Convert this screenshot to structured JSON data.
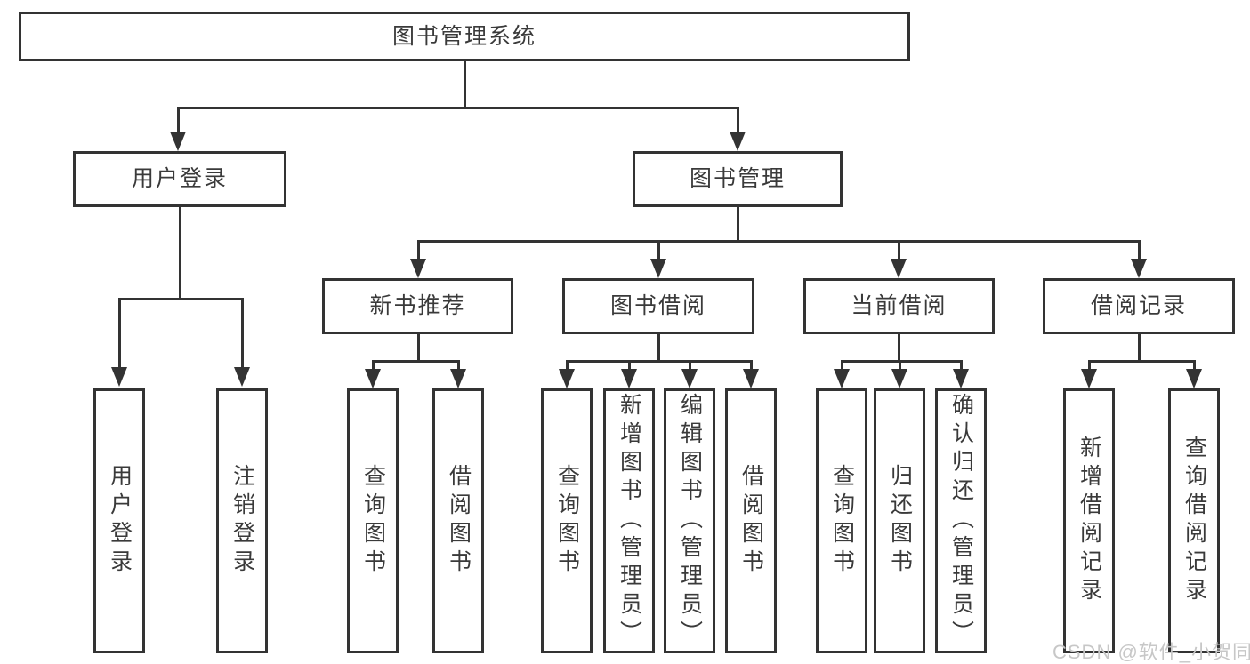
{
  "tree": {
    "root": "图书管理系统",
    "branches": [
      {
        "label": "用户登录",
        "children": [
          "用户登录",
          "注销登录"
        ]
      },
      {
        "label": "图书管理",
        "sections": [
          {
            "label": "新书推荐",
            "children": [
              "查询图书",
              "借阅图书"
            ]
          },
          {
            "label": "图书借阅",
            "children": [
              "查询图书",
              "新增图书（管理员）",
              "编辑图书（管理员）",
              "借阅图书"
            ]
          },
          {
            "label": "当前借阅",
            "children": [
              "查询图书",
              "归还图书",
              "确认归还（管理员）"
            ]
          },
          {
            "label": "借阅记录",
            "children": [
              "新增借阅记录",
              "查询借阅记录"
            ]
          }
        ]
      }
    ]
  },
  "watermark": "CSDN @软件_小贺同学",
  "colors": {
    "line": "#333333",
    "text": "#3a3a3a",
    "box_background": "#ffffff",
    "watermark": "#c7c7c7",
    "background": "#ffffff"
  }
}
